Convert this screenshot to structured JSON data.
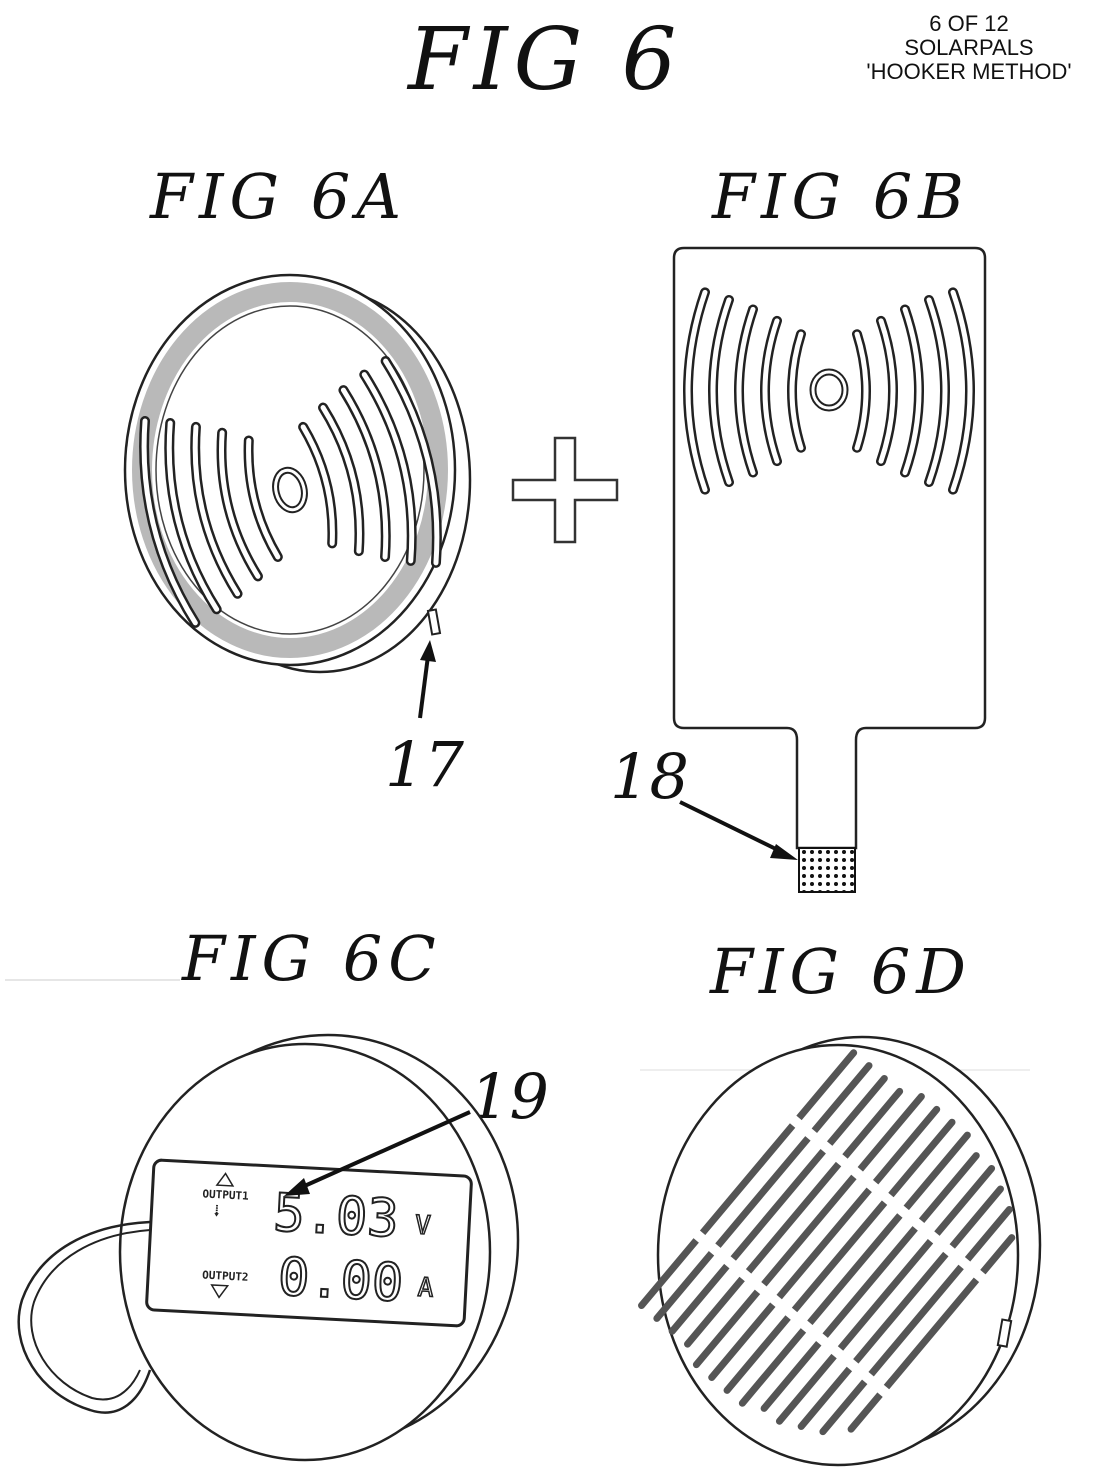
{
  "header": {
    "title": "FIG 6",
    "sheet_line1": "6 OF 12",
    "sheet_line2": "SOLARPALS",
    "sheet_line3": "'HOOKER METHOD'"
  },
  "figures": {
    "a": {
      "title": "FIG 6A",
      "ref": "17"
    },
    "b": {
      "title": "FIG 6B",
      "ref": "18"
    },
    "c": {
      "title": "FIG 6C",
      "ref": "19"
    },
    "d": {
      "title": "FIG 6D"
    }
  },
  "display": {
    "output1_label": "OUTPUT1",
    "output2_label": "OUTPUT2",
    "voltage": "5.03",
    "voltage_unit": "V",
    "current": "0.00",
    "current_unit": "A"
  },
  "colors": {
    "line": "#1a1a1a",
    "ring_gray": "#b9b9b9",
    "cell_dark": "#555555"
  }
}
